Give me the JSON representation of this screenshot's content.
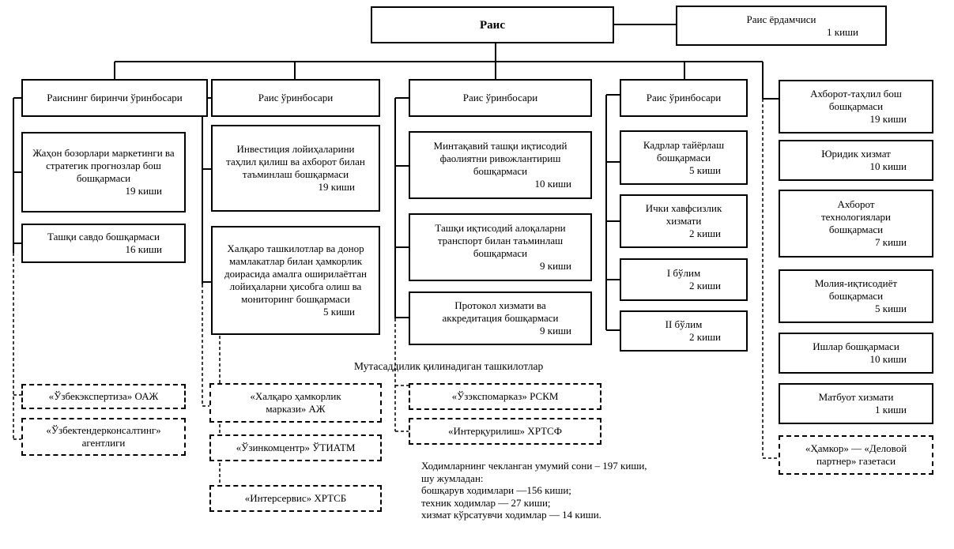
{
  "top": {
    "chair": "Раис",
    "assistant": {
      "name": "Раис ёрдамчиси",
      "count": "1 киши"
    }
  },
  "deputies": [
    "Раиснинг биринчи ўринбосари",
    "Раис ўринбосари",
    "Раис ўринбосари",
    "Раис ўринбосари"
  ],
  "col1": [
    {
      "name": "Жаҳон бозорлари маркетинги ва стратегик прогнозлар бош бошқармаси",
      "count": "19 киши"
    },
    {
      "name": "Ташқи савдо бошқармаси",
      "count": "16 киши"
    }
  ],
  "col2": [
    {
      "name": "Инвестиция лойиҳаларини таҳлил қилиш ва ахборот билан таъминлаш бошқармаси",
      "count": "19 киши"
    },
    {
      "name": "Халқаро ташкилотлар ва донор мамлакатлар билан ҳамкорлик доирасида амалга оширилаётган лойиҳаларни ҳисобга олиш ва мониторинг бошқармаси",
      "count": "5 киши"
    }
  ],
  "col3": [
    {
      "name": "Минтақавий ташқи иқтисодий фаолиятни ривожлантириш бошқармаси",
      "count": "10 киши"
    },
    {
      "name": "Ташқи иқтисодий алоқаларни транспорт билан таъминлаш бошқармаси",
      "count": "9 киши"
    },
    {
      "name": "Протокол хизмати ва аккредитация бошқармаси",
      "count": "9 киши"
    }
  ],
  "col4": [
    {
      "name": "Кадрлар тайёрлаш бошқармаси",
      "count": "5 киши"
    },
    {
      "name": "Ички хавфсизлик хизмати",
      "count": "2 киши"
    },
    {
      "name": "I бўлим",
      "count": "2 киши"
    },
    {
      "name": "II бўлим",
      "count": "2 киши"
    }
  ],
  "col5": [
    {
      "name": "Ахборот-таҳлил бош бошқармаси",
      "count": "19 киши"
    },
    {
      "name": "Юридик хизмат",
      "count": "10 киши"
    },
    {
      "name": "Ахборот технологиялари бошқармаси",
      "count": "7 киши"
    },
    {
      "name": "Молия-иқтисодиёт бошқармаси",
      "count": "5 киши"
    },
    {
      "name": "Ишлар бошқармаси",
      "count": "10 киши"
    },
    {
      "name": "Матбуот хизмати",
      "count": "1 киши"
    }
  ],
  "affiliated_title": "Мутасаддилик қилинадиган ташкилотлар",
  "affiliated": {
    "col1": [
      "«Ўзбекэкспертиза» ОАЖ",
      "«Ўзбектендерконсалтинг» агентлиги"
    ],
    "col2": [
      "«Халқаро ҳамкорлик маркази» АЖ",
      "«Ўзинкомцентр» ЎТИАТМ",
      "«Интерсервис» ХРТСБ"
    ],
    "col3": [
      "«Ўзэкспомарказ» РСКМ",
      "«Интерқурилиш» ХРТСФ"
    ],
    "col5": [
      "«Ҳамкор» — «Деловой партнер» газетаси"
    ]
  },
  "staff_summary": [
    "Ходимларнинг чекланган умумий сони – 197 киши,",
    "шу жумладан:",
    "бошқарув ходимлари —156 киши;",
    "техник ходимлар — 27 киши;",
    "хизмат кўрсатувчи ходимлар — 14 киши."
  ]
}
